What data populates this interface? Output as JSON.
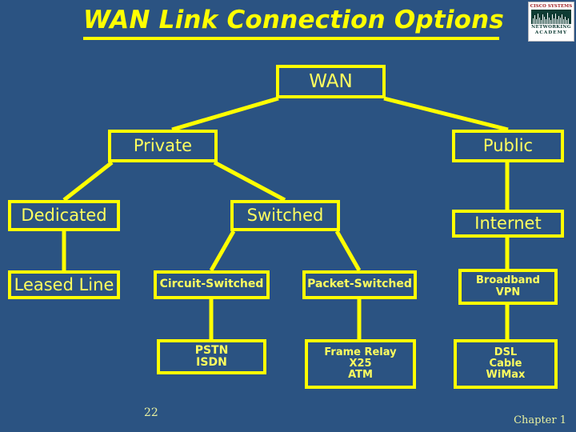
{
  "slide": {
    "title": "WAN Link Connection Options",
    "background_color": "#2b5382",
    "accent_color": "#ffff00",
    "text_color": "#ffff5e",
    "footer_color": "#e8f0a0"
  },
  "logo": {
    "name": "cisco-networking-academy-logo",
    "line1": "CISCO SYSTEMS",
    "line2": "NETWORKING",
    "line3": "ACADEMY",
    "brand_red": "#9e1b20",
    "brand_green": "#0d3b33"
  },
  "diagram": {
    "root": {
      "label": "WAN"
    },
    "nodes": [
      {
        "id": "wan",
        "label": "WAN"
      },
      {
        "id": "private",
        "label": "Private"
      },
      {
        "id": "public",
        "label": "Public"
      },
      {
        "id": "dedicated",
        "label": "Dedicated"
      },
      {
        "id": "switched",
        "label": "Switched"
      },
      {
        "id": "internet",
        "label": "Internet"
      },
      {
        "id": "leased-line",
        "label": "Leased Line"
      },
      {
        "id": "circuit-switched",
        "label": "Circuit-Switched"
      },
      {
        "id": "packet-switched",
        "label": "Packet-Switched"
      },
      {
        "id": "broadband-vpn",
        "line1": "Broadband",
        "line2": "VPN"
      },
      {
        "id": "pstn-isdn",
        "line1": "PSTN",
        "line2": "ISDN"
      },
      {
        "id": "framerelay",
        "line1": "Frame Relay",
        "line2": "X25",
        "line3": "ATM"
      },
      {
        "id": "dsl-cable",
        "line1": "DSL",
        "line2": "Cable",
        "line3": "WiMax"
      }
    ],
    "edges": [
      {
        "from": "wan",
        "to": "private"
      },
      {
        "from": "wan",
        "to": "public"
      },
      {
        "from": "private",
        "to": "dedicated"
      },
      {
        "from": "private",
        "to": "switched"
      },
      {
        "from": "public",
        "to": "internet"
      },
      {
        "from": "dedicated",
        "to": "leased-line"
      },
      {
        "from": "switched",
        "to": "circuit-switched"
      },
      {
        "from": "switched",
        "to": "packet-switched"
      },
      {
        "from": "internet",
        "to": "broadband-vpn"
      },
      {
        "from": "circuit-switched",
        "to": "pstn-isdn"
      },
      {
        "from": "packet-switched",
        "to": "framerelay"
      },
      {
        "from": "broadband-vpn",
        "to": "dsl-cable"
      }
    ]
  },
  "footer": {
    "page_number": "22",
    "chapter": "Chapter 1"
  }
}
